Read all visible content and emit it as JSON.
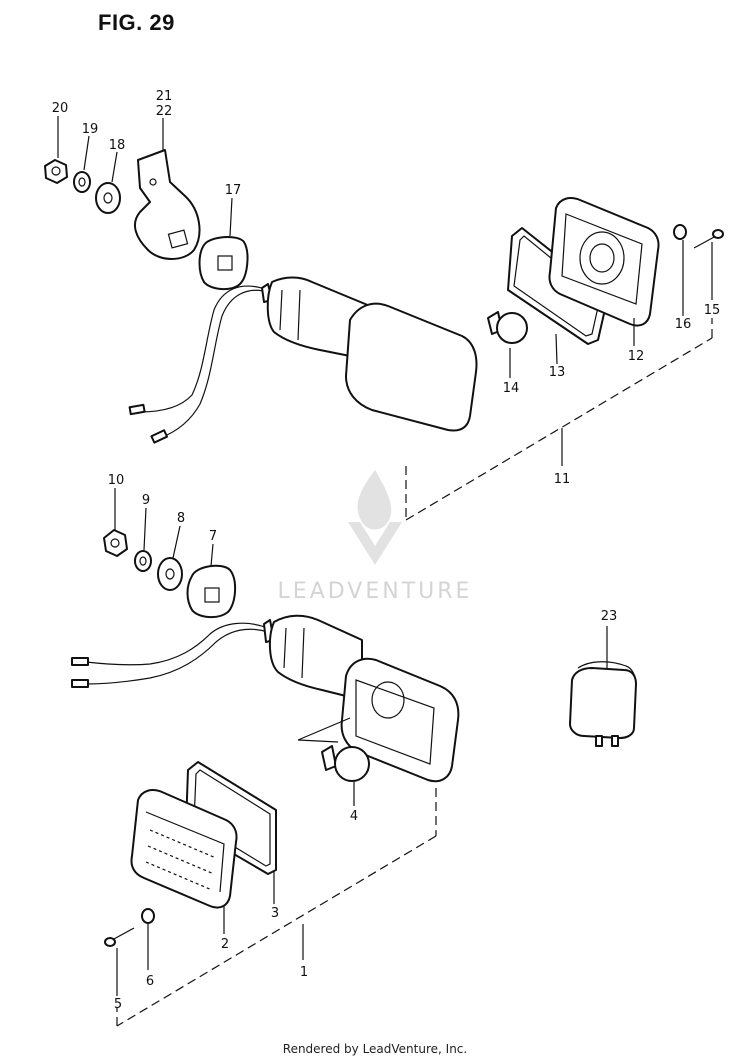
{
  "figure": {
    "title": "FIG. 29",
    "watermark": "LEADVENTURE",
    "footer": "Rendered by LeadVenture, Inc."
  },
  "callouts": {
    "c1": "1",
    "c2": "2",
    "c3": "3",
    "c4": "4",
    "c5": "5",
    "c6": "6",
    "c7": "7",
    "c8": "8",
    "c9": "9",
    "c10": "10",
    "c11": "11",
    "c12": "12",
    "c13": "13",
    "c14": "14",
    "c15": "15",
    "c16": "16",
    "c17": "17",
    "c18": "18",
    "c19": "19",
    "c20": "20",
    "c21": "21",
    "c22": "22",
    "c23": "23"
  },
  "colors": {
    "ink": "#111111",
    "watermark": "#d4d4d4"
  }
}
